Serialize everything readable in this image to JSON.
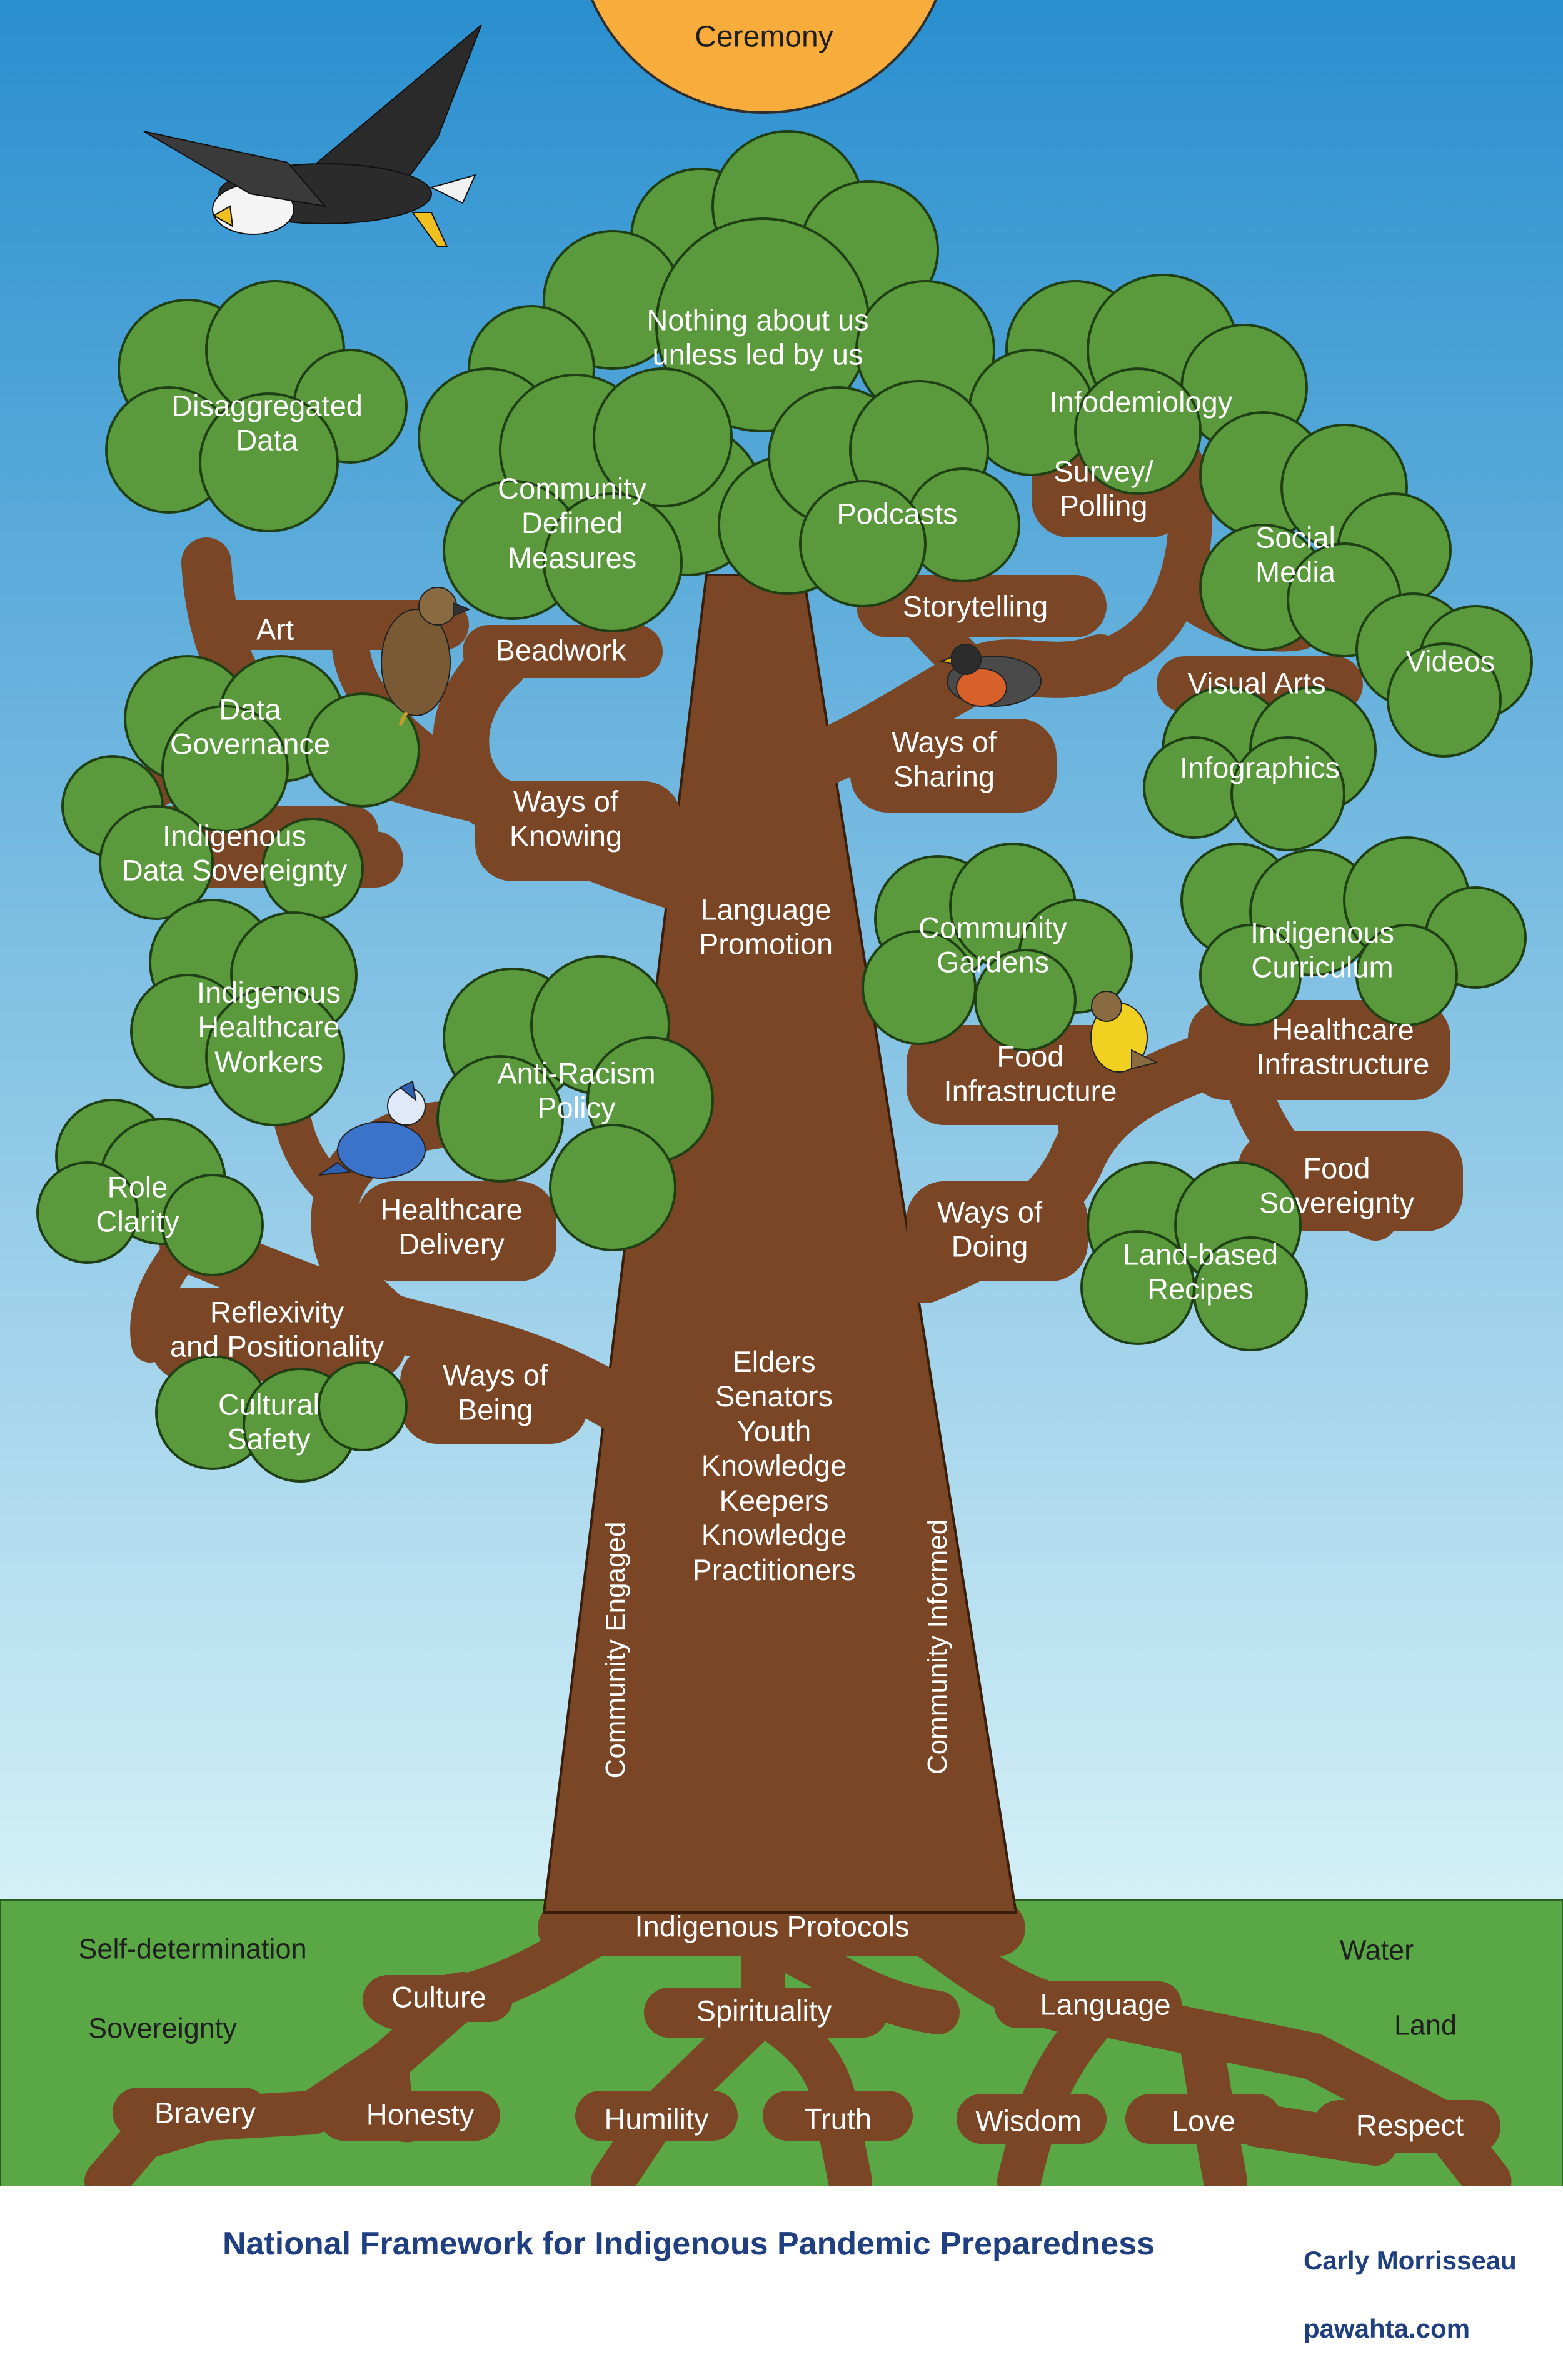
{
  "sun": {
    "label": "Ceremony"
  },
  "canopy": {
    "crown": "Nothing about us\nunless led by us",
    "left_upper": [
      "Disaggregated\nData",
      "Community\nDefined\nMeasures",
      "Art",
      "Beadwork",
      "Data\nGovernance",
      "Indigenous\nData Sovereignty",
      "Ways of\nKnowing"
    ],
    "right_upper": [
      "Infodemiology",
      "Podcasts",
      "Survey/\nPolling",
      "Social\nMedia",
      "Storytelling",
      "Videos",
      "Visual Arts",
      "Ways of\nSharing",
      "Infographics"
    ],
    "left_lower": [
      "Indigenous\nHealthcare\nWorkers",
      "Anti-Racism\nPolicy",
      "Role\nClarity",
      "Healthcare\nDelivery",
      "Reflexivity\nand Positionality",
      "Ways of\nBeing",
      "Cultural\nSafety"
    ],
    "right_lower": [
      "Community\nGardens",
      "Indigenous\nCurriculum",
      "Food\nInfrastructure",
      "Healthcare\nInfrastructure",
      "Food\nSovereignty",
      "Ways of\nDoing",
      "Land-based\nRecipes"
    ]
  },
  "trunk": {
    "top": "Language\nPromotion",
    "middle": "Elders\nSenators\nYouth\nKnowledge\nKeepers\nKnowledge\nPractitioners",
    "left_side": "Community Engaged",
    "right_side": "Community Informed"
  },
  "roots": {
    "main": "Indigenous Protocols",
    "items": [
      "Culture",
      "Spirituality",
      "Language",
      "Bravery",
      "Honesty",
      "Humility",
      "Truth",
      "Wisdom",
      "Love",
      "Respect"
    ]
  },
  "ground": [
    "Self-determination",
    "Sovereignty",
    "Water",
    "Land"
  ],
  "footer": {
    "title": "National Framework for Indigenous Pandemic Preparedness",
    "author": "Carly Morrisseau",
    "site": "pawahta.com"
  },
  "colors": {
    "sky_top": "#2a8fcf",
    "sky_bottom": "#d4f0f7",
    "leaf": "#5a9a3c",
    "bark": "#7a4625",
    "grass": "#5aa845",
    "sun": "#f7ac3b",
    "footer_text": "#1f3f80"
  }
}
